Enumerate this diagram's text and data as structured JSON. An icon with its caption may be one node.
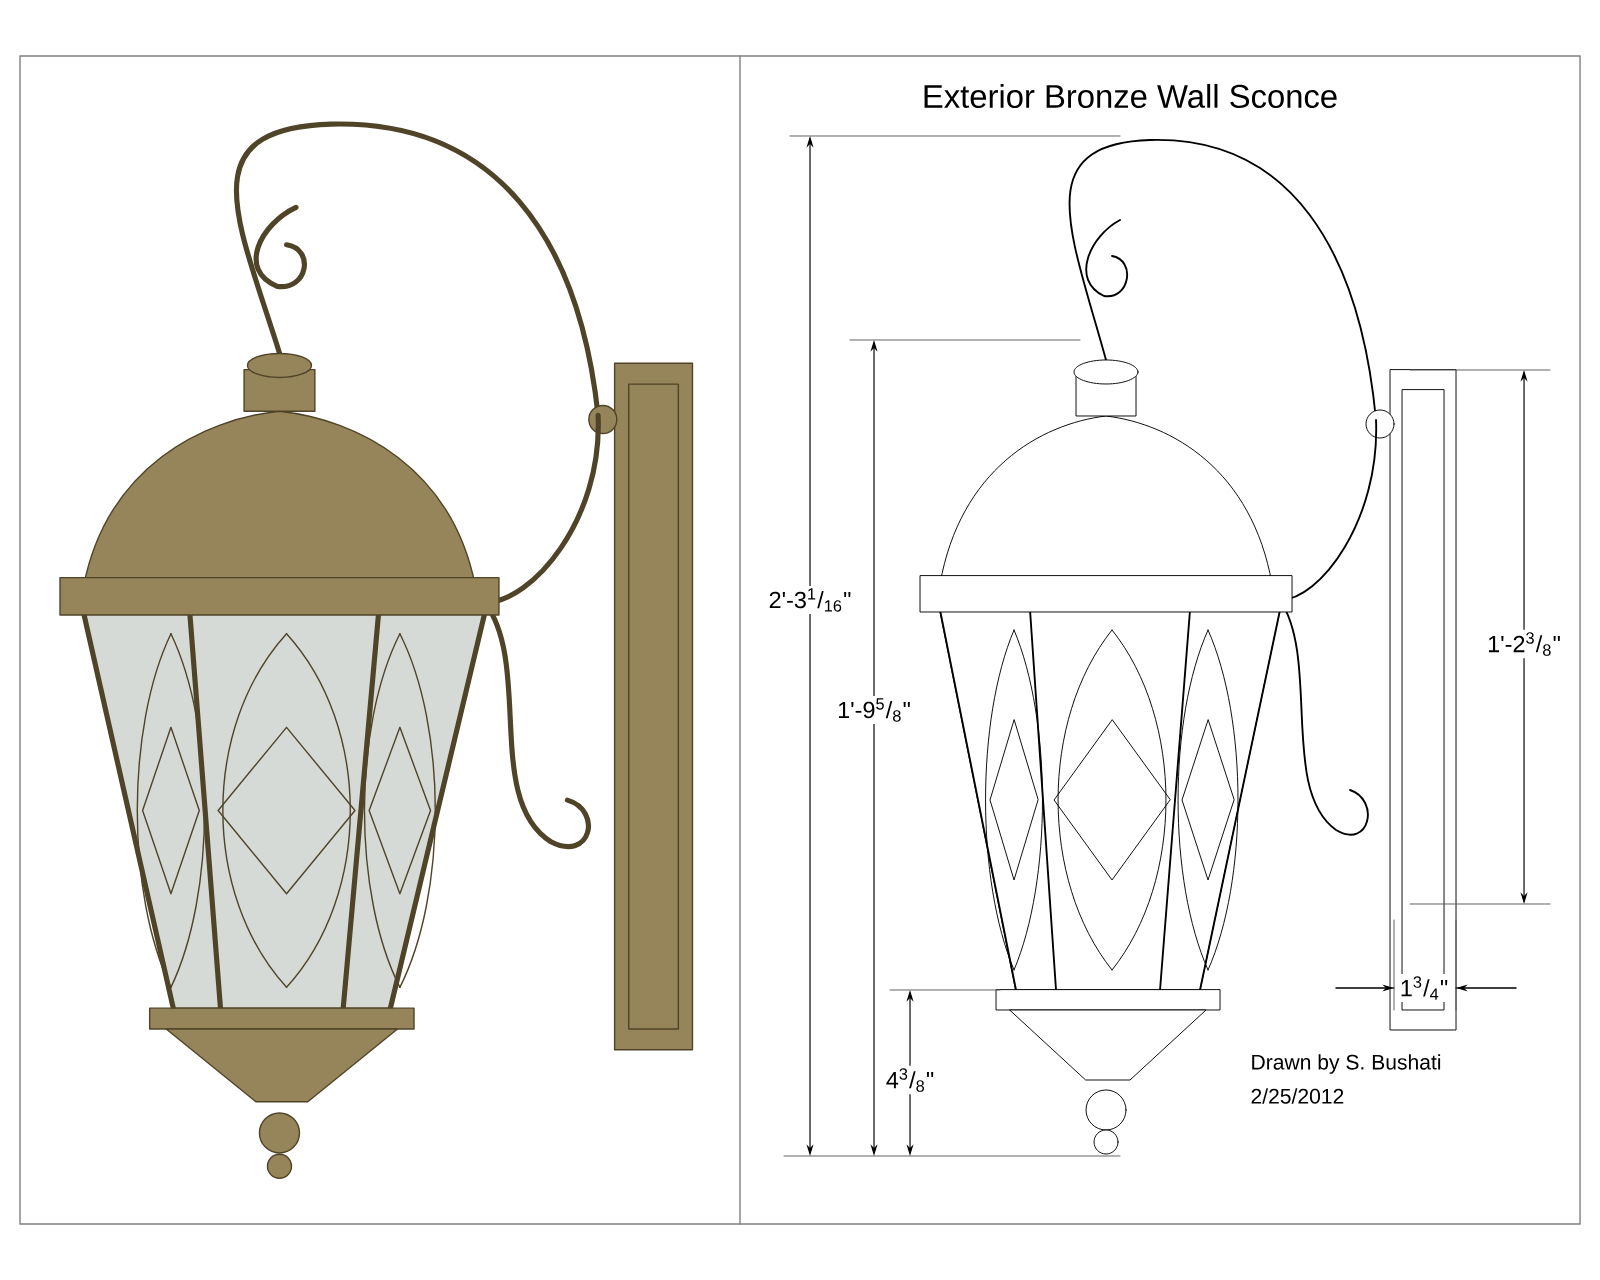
{
  "diagram": {
    "title": "Exterior Bronze Wall Sconce",
    "labels": [
      "2'-3$^{1}$/$_{16}$\"",
      "1'-2$^{3}$/$_{8}$\"",
      "1'-9$^{5}$/$_{8}$\"",
      "1$^{3}$/$_{4}$\"",
      "4$^{3}$/$_{8}$\"",
      "Drawn by S. Bushati",
      "2/25/2012"
    ]
  }
}
